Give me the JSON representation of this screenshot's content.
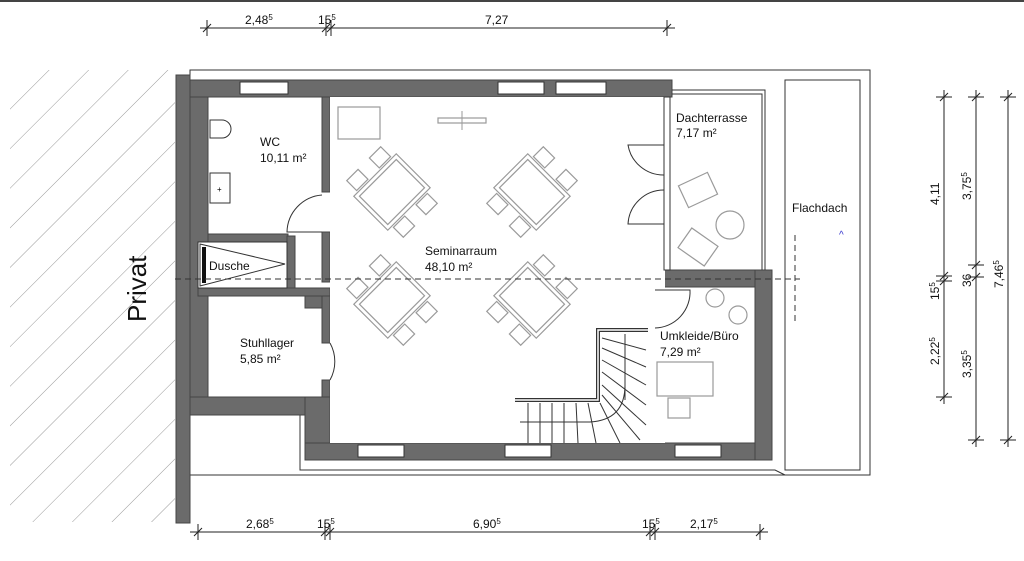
{
  "rooms": {
    "wc": {
      "name": "WC",
      "area": "10,11 m²"
    },
    "dusche": {
      "name": "Dusche"
    },
    "stuhllager": {
      "name": "Stuhllager",
      "area": "5,85 m²"
    },
    "seminarraum": {
      "name": "Seminarraum",
      "area": "48,10 m²"
    },
    "dachterrasse": {
      "name": "Dachterrasse",
      "area": "7,17 m²"
    },
    "umkleide": {
      "name": "Umkleide/Büro",
      "area": "7,29 m²"
    },
    "flachdach": {
      "name": "Flachdach"
    }
  },
  "neighbor_label": "Privat",
  "dimensions": {
    "top": [
      {
        "main": "2,48",
        "sup": "5"
      },
      {
        "main": "15",
        "sup": "5"
      },
      {
        "main": "7,27",
        "sup": ""
      }
    ],
    "bottom": [
      {
        "main": "2,68",
        "sup": "5"
      },
      {
        "main": "15",
        "sup": "5"
      },
      {
        "main": "6,90",
        "sup": "5"
      },
      {
        "main": "15",
        "sup": "5"
      },
      {
        "main": "2,17",
        "sup": "5"
      }
    ],
    "right_1": [
      {
        "main": "4,11",
        "sup": ""
      },
      {
        "main": "15",
        "sup": "5"
      },
      {
        "main": "2,22",
        "sup": "5"
      }
    ],
    "right_2": [
      {
        "main": "3,75",
        "sup": "5"
      },
      {
        "main": "36",
        "sup": ""
      },
      {
        "main": "3,35",
        "sup": "5"
      }
    ],
    "right_3": [
      {
        "main": "7,46",
        "sup": "5"
      }
    ]
  },
  "colors": {
    "wall": "#6b6b6b",
    "furniture": "#9a9a9a",
    "marker": "#3333cc"
  }
}
